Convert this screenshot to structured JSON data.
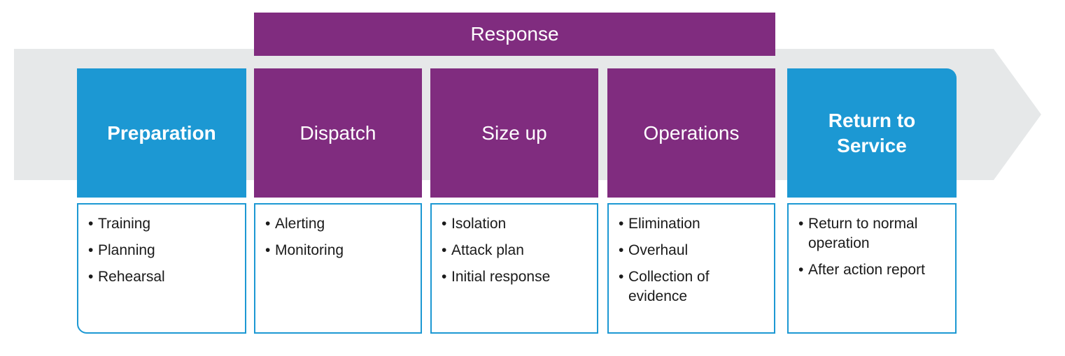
{
  "colors": {
    "blue": "#1c98d3",
    "purple": "#802c7f",
    "arrow": "#e6e8e9"
  },
  "response_label": "Response",
  "phases": [
    {
      "title": "Preparation",
      "items": [
        "Training",
        "Planning",
        "Rehearsal"
      ]
    },
    {
      "title": "Dispatch",
      "items": [
        "Alerting",
        "Monitoring"
      ]
    },
    {
      "title": "Size up",
      "items": [
        "Isolation",
        "Attack plan",
        "Initial response"
      ]
    },
    {
      "title": "Operations",
      "items": [
        "Elimination",
        "Overhaul",
        "Collection of evidence"
      ]
    },
    {
      "title": "Return to Service",
      "items": [
        "Return to normal operation",
        "After action report"
      ]
    }
  ]
}
